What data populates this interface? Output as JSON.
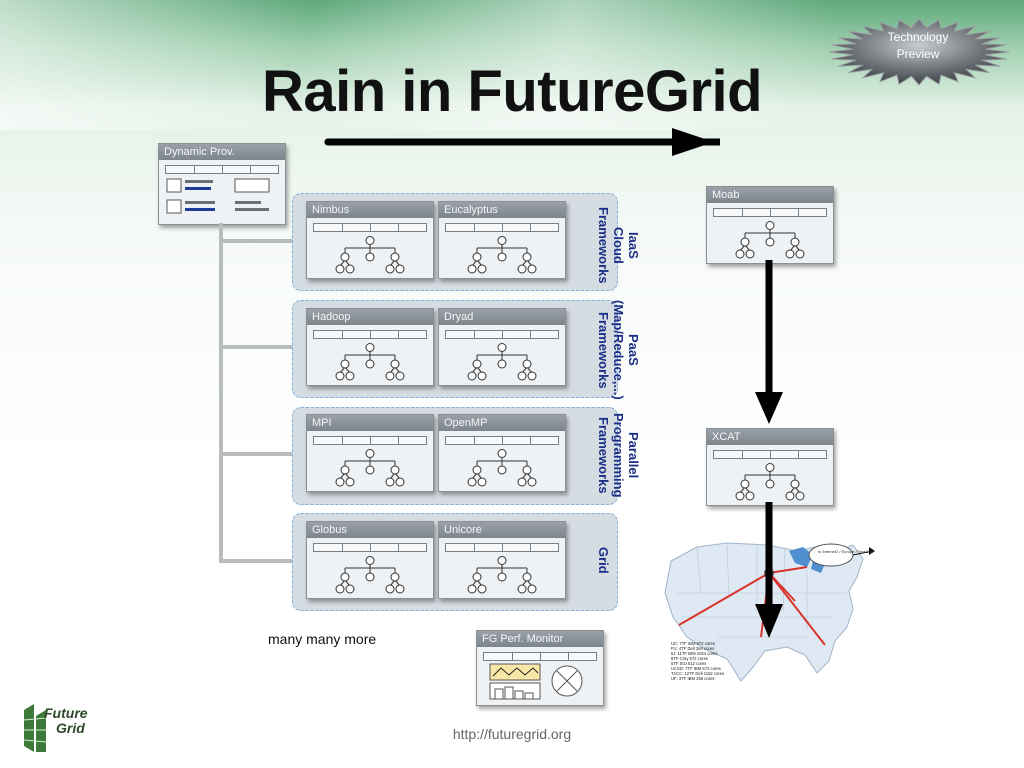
{
  "title": "Rain in FutureGrid",
  "badge": {
    "line1": "Technology",
    "line2": "Preview"
  },
  "dynamic_prov": {
    "label": "Dynamic Prov."
  },
  "groups": [
    {
      "id": "iaas",
      "label_lines": [
        "IaaS",
        "Cloud",
        "Frameworks"
      ],
      "panels": [
        "Nimbus",
        "Eucalyptus"
      ]
    },
    {
      "id": "paas",
      "label_lines": [
        "PaaS",
        "(Map/Reduce,...)",
        "Frameworks"
      ],
      "panels": [
        "Hadoop",
        "Dryad"
      ]
    },
    {
      "id": "parallel",
      "label_lines": [
        "Parallel",
        "Programming",
        "Frameworks"
      ],
      "panels": [
        "MPI",
        "OpenMP"
      ]
    },
    {
      "id": "grid",
      "label_lines": [
        "Grid"
      ],
      "panels": [
        "Globus",
        "Unicore"
      ]
    }
  ],
  "right_stack": {
    "moab": "Moab",
    "xcat": "XCAT"
  },
  "perf_monitor": {
    "label": "FG Perf. Monitor"
  },
  "many_more": "many many more",
  "url": "http://futuregrid.org",
  "logo": {
    "line1": "Future",
    "line2": "Grid"
  },
  "map": {
    "legend": [
      "UC:    7TF IBM 672 cores",
      "FU:    4TF Dell 384 cores",
      "IU:    11TF IBM 1024 cores",
      "        6TF Cray 672 cores",
      "        5TF SGI 512 cores",
      "UCSD:  7TF IBM 672 cores",
      "TACC:  12TF Dell 1152 cores",
      "UF:    3TF IBM 256 cores"
    ],
    "callout": "to Internet2 / Europe / TeraGrid"
  },
  "colors": {
    "group_border": "#7fb2e0",
    "group_fill": "#d5dce2",
    "label": "#1b2f86",
    "panel_head": "#8a929a"
  }
}
